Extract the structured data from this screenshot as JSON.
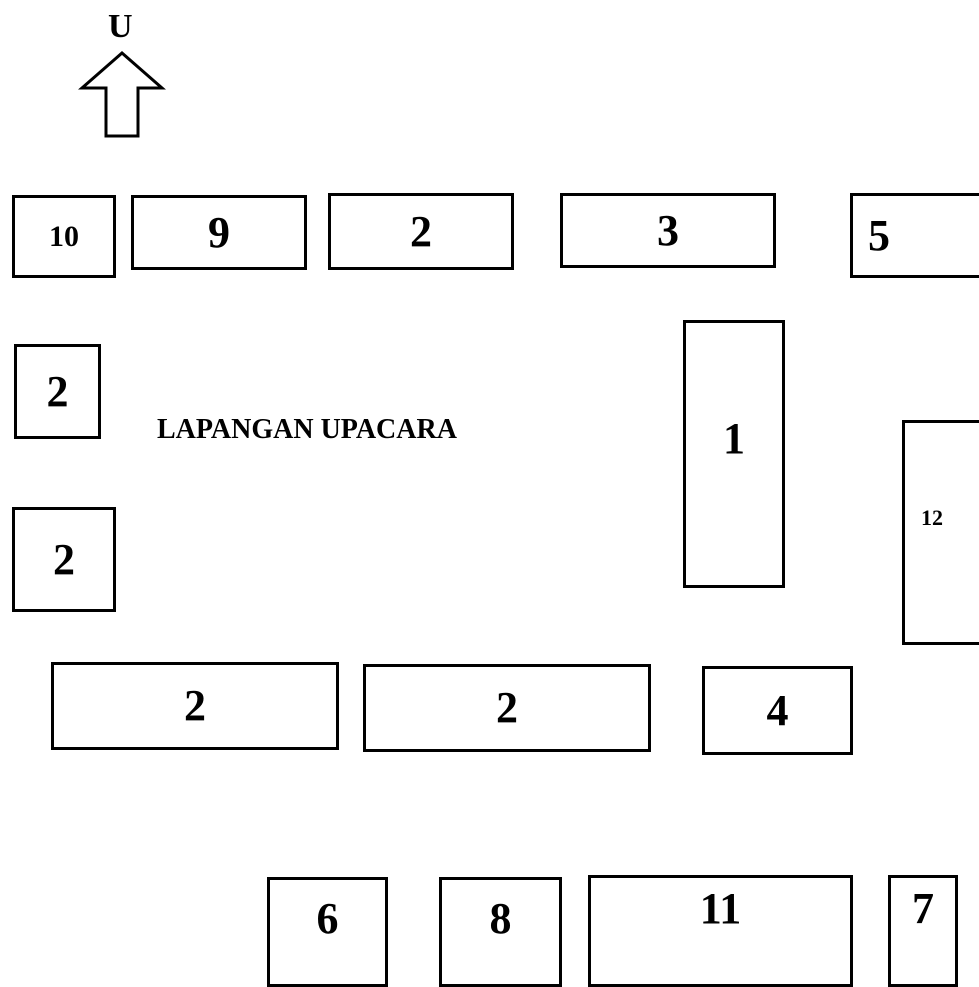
{
  "compass": {
    "north_label": "U"
  },
  "field": {
    "label": "LAPANGAN UPACARA"
  },
  "buildings": [
    {
      "label": "10"
    },
    {
      "label": "9"
    },
    {
      "label": "2"
    },
    {
      "label": "3"
    },
    {
      "label": "5"
    },
    {
      "label": "2"
    },
    {
      "label": "2"
    },
    {
      "label": "1"
    },
    {
      "label": "12"
    },
    {
      "label": "2"
    },
    {
      "label": "2"
    },
    {
      "label": "4"
    },
    {
      "label": "6"
    },
    {
      "label": "8"
    },
    {
      "label": "11"
    },
    {
      "label": "7"
    }
  ]
}
